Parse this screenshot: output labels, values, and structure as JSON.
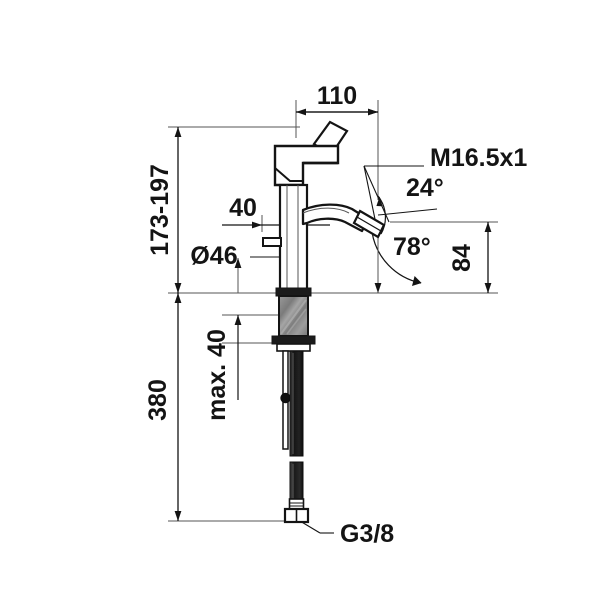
{
  "drawing": {
    "type": "technical-dimension-drawing",
    "subject": "single-lever basin / bidet mixer faucet",
    "background_color": "#ffffff",
    "line_color": "#141414",
    "thin_line_color": "#555555",
    "shade_color": "#8a8a8a",
    "dark_metal_color": "#1b1b1b"
  },
  "dimensions": {
    "height_range": "173-197",
    "spout_reach": "110",
    "body_offset": "40",
    "base_diameter": "Ø46",
    "spout_height": "84",
    "total_length": "380",
    "max_thickness": "max. 40",
    "thread_spout": "M16.5x1",
    "thread_supply": "G3/8",
    "angle_upper": "24°",
    "angle_lower": "78°"
  },
  "labels": [
    {
      "id": "height-range",
      "text": "173-197",
      "orientation": "vertical"
    },
    {
      "id": "spout-reach",
      "text": "110",
      "orientation": "horizontal"
    },
    {
      "id": "body-offset",
      "text": "40",
      "orientation": "horizontal"
    },
    {
      "id": "base-diameter",
      "text": "Ø46",
      "orientation": "horizontal"
    },
    {
      "id": "spout-thread",
      "text": "M16.5x1",
      "orientation": "horizontal"
    },
    {
      "id": "angle-upper",
      "text": "24°",
      "orientation": "horizontal"
    },
    {
      "id": "angle-lower",
      "text": "78°",
      "orientation": "horizontal"
    },
    {
      "id": "spout-height",
      "text": "84",
      "orientation": "vertical"
    },
    {
      "id": "max-thickness",
      "text": "max. 40",
      "orientation": "vertical"
    },
    {
      "id": "total-length",
      "text": "380",
      "orientation": "vertical"
    },
    {
      "id": "supply-thread",
      "text": "G3/8",
      "orientation": "horizontal"
    }
  ]
}
